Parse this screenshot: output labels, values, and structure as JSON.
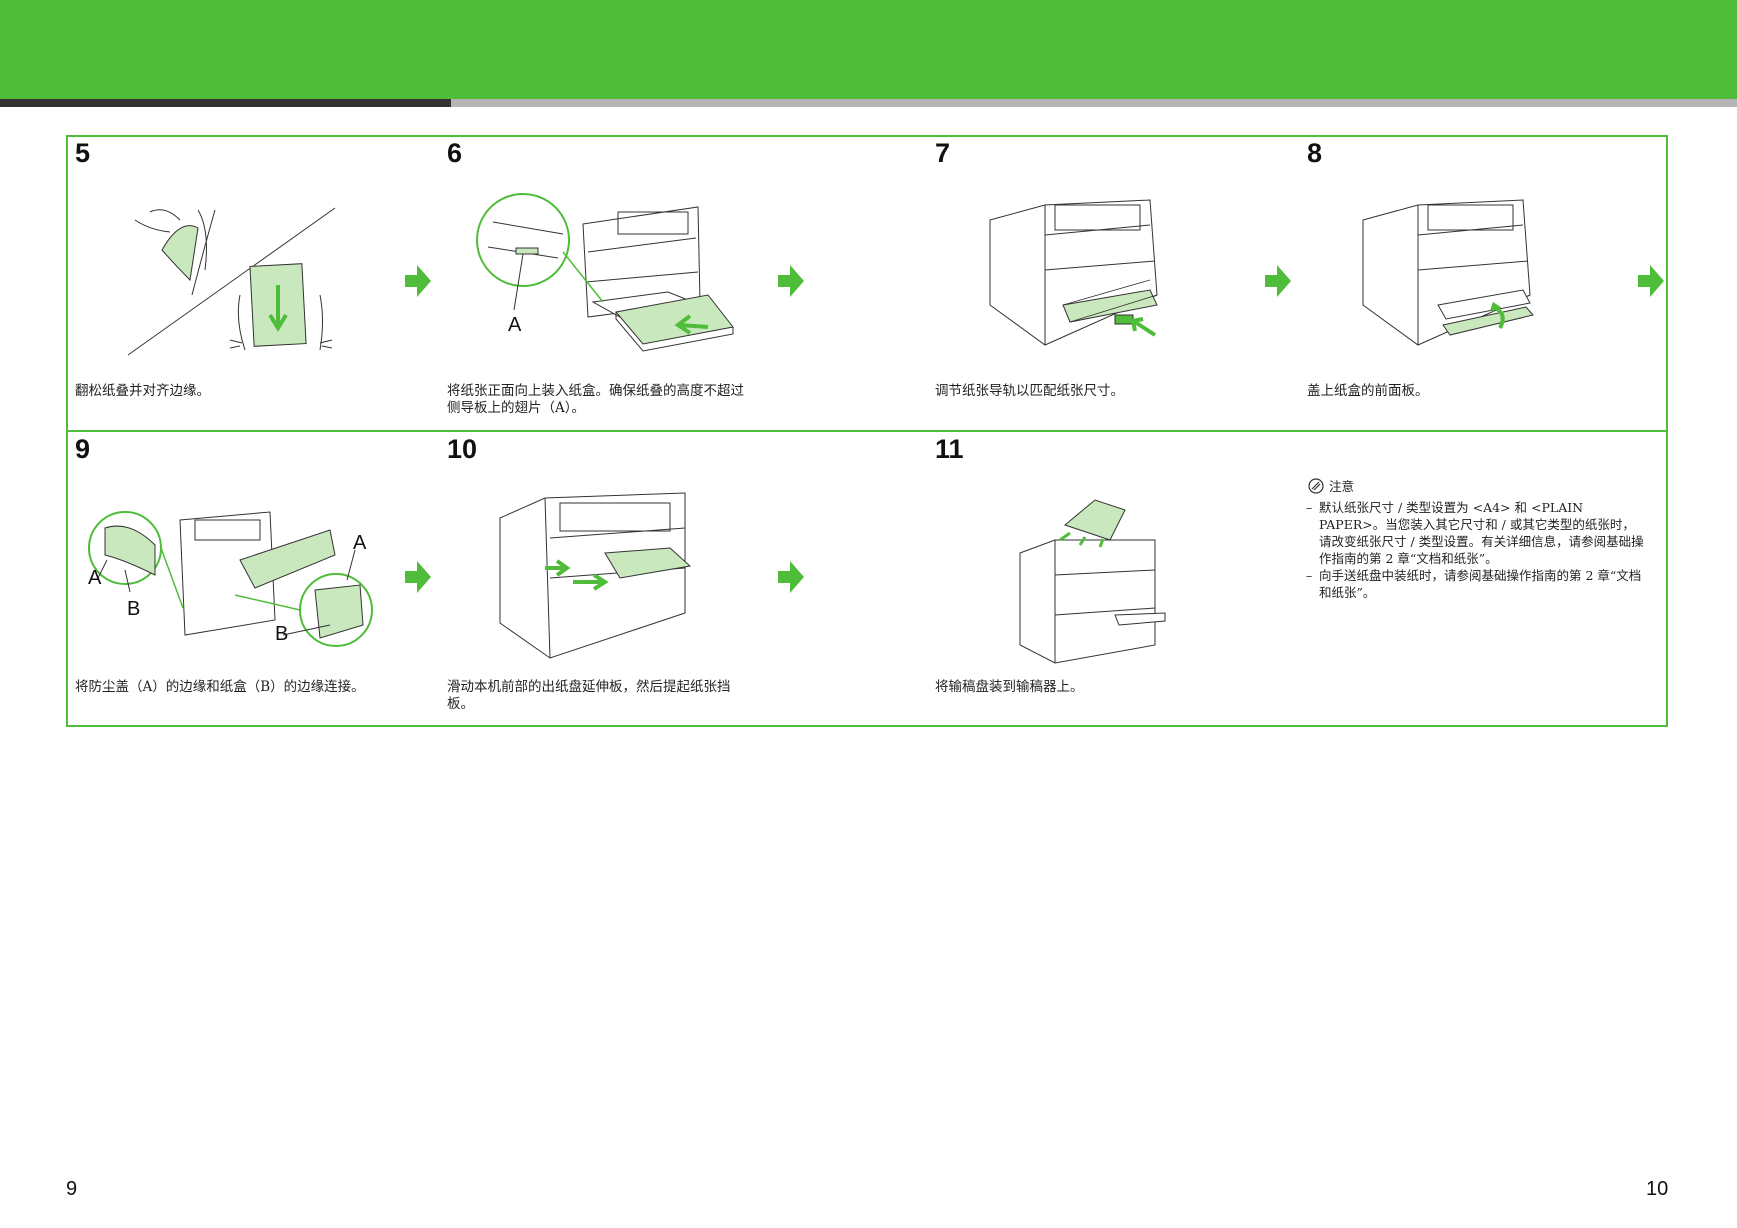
{
  "steps": [
    {
      "num": "5",
      "caption": "翻松纸叠并对齐边缘。"
    },
    {
      "num": "6",
      "caption": "将纸张正面向上装入纸盒。确保纸叠的高度不超过侧导板上的翅片（A）。",
      "callouts": [
        "A"
      ]
    },
    {
      "num": "7",
      "caption": "调节纸张导轨以匹配纸张尺寸。"
    },
    {
      "num": "8",
      "caption": "盖上纸盒的前面板。"
    },
    {
      "num": "9",
      "caption": "将防尘盖（A）的边缘和纸盒（B）的边缘连接。",
      "callouts": [
        "A",
        "A",
        "B",
        "B"
      ]
    },
    {
      "num": "10",
      "caption": "滑动本机前部的出纸盘延伸板，然后提起纸张挡板。"
    },
    {
      "num": "11",
      "caption": "将输稿盘装到输稿器上。"
    }
  ],
  "note": {
    "title": "注意",
    "items": [
      "默认纸张尺寸 / 类型设置为 <A4> 和 <PLAIN PAPER>。当您装入其它尺寸和 / 或其它类型的纸张时，请改变纸张尺寸 / 类型设置。有关详细信息，请参阅基础操作指南的第 2 章“文档和纸张”。",
      "向手送纸盘中装纸时，请参阅基础操作指南的第 2 章“文档和纸张”。"
    ]
  },
  "page_numbers": {
    "left": "9",
    "right": "10"
  },
  "colors": {
    "accent": "#4fbd39",
    "illustration_fill": "#c9e8bd",
    "rule_dark": "#333333",
    "rule_light": "#b5b5b5"
  }
}
